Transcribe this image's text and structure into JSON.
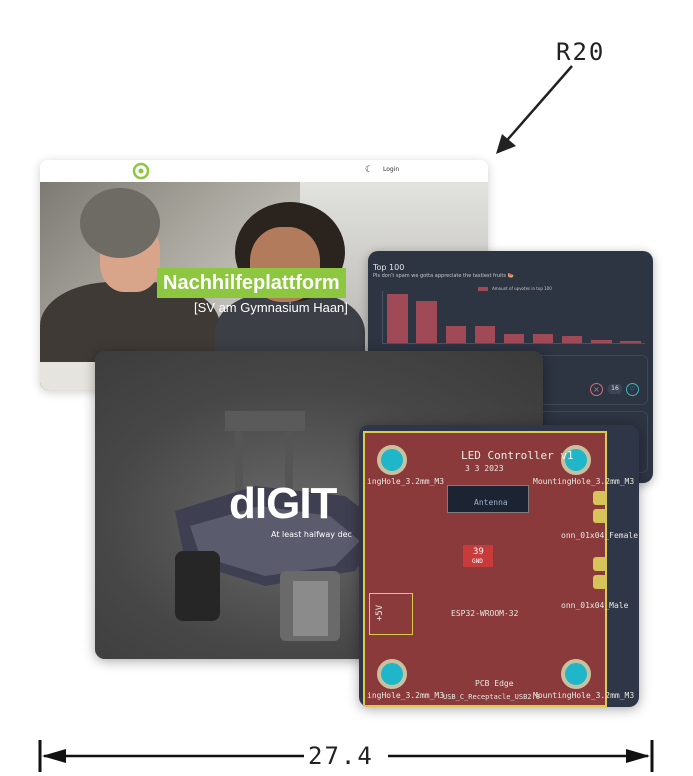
{
  "annotation": {
    "top_label": "R20",
    "dimension_label": "27.4"
  },
  "website": {
    "login": "Login",
    "title": "Nachhilfeplattform",
    "subtitle": "[SV am Gymnasium Haan]"
  },
  "dashboard": {
    "heading": "Top 100",
    "description": "Pls don't spam we gotta appreciate the tastiest fruits 🍉",
    "legend": "Amount of upvotes in top 100",
    "count": "16",
    "chart_data": {
      "type": "bar",
      "values": [
        28,
        24,
        10,
        10,
        5,
        5,
        4,
        2,
        1
      ]
    }
  },
  "robot": {
    "logo": "dIGIT",
    "tagline": "At least halfway dec"
  },
  "pcb": {
    "title": "LED Controller v1",
    "date": "3 3 2023",
    "antenna": "Antenna",
    "chip": "39",
    "gnd": "GND",
    "mount_tl": "ingHole_3.2mm_M3",
    "mount_tr": "MountingHole_3.2mm_M3",
    "mount_bl": "ingHole_3.2mm_M3",
    "mount_br": "MountingHole_3.2mm_M3",
    "conn1": "onn_01x04_Female",
    "conn2": "onn_01x04_Male",
    "module": "ESP32-WROOM-32",
    "power": "+5V",
    "edge": "PCB Edge",
    "usb": "USB_C_Receptacle_USB2.0"
  }
}
